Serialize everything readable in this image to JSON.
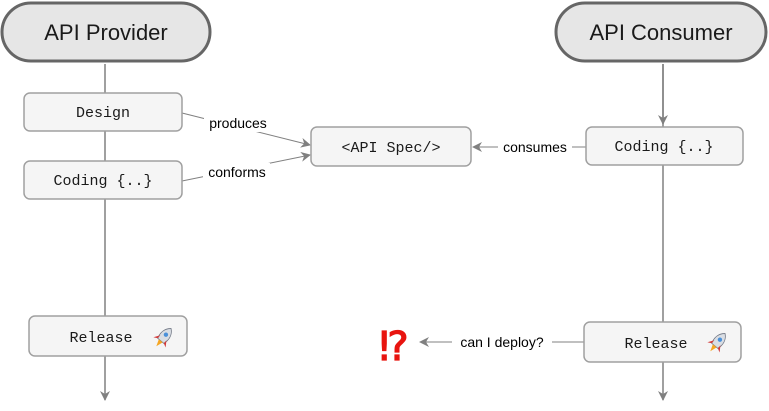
{
  "provider": {
    "title": "API Provider",
    "design": "Design",
    "coding": "Coding {..}",
    "release": "Release"
  },
  "consumer": {
    "title": "API Consumer",
    "coding": "Coding {..}",
    "release": "Release"
  },
  "spec": "<API Spec/>",
  "edges": {
    "produces": "produces",
    "conforms": "conforms",
    "consumes": "consumes",
    "can_deploy": "can I deploy?"
  },
  "alert_mark": "⁉",
  "icons": {
    "release": "rocket-icon"
  },
  "colors": {
    "pill_fill": "#e6e6e6",
    "pill_stroke": "#666666",
    "box_fill": "#f5f5f5",
    "box_stroke": "#a0a0a0",
    "line": "#808080",
    "alert": "#e8140f"
  }
}
